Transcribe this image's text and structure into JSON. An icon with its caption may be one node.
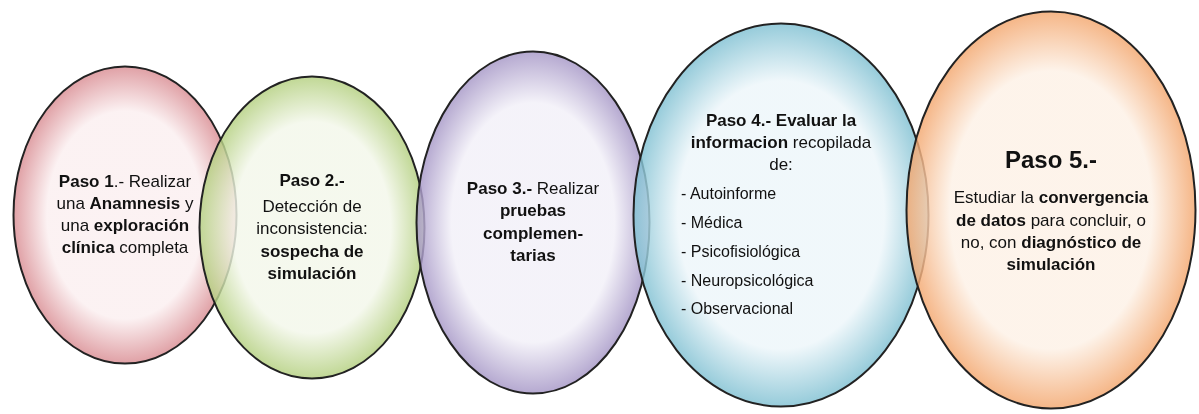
{
  "diagram": {
    "nodes": [
      {
        "text": [
          "**Paso 1**.- Realizar una **Anamnesis** y una **exploración clínica** completa"
        ]
      },
      {
        "text": [
          "**Paso 2.-**",
          "Detección de inconsistencia: **sospecha de simulación**"
        ]
      },
      {
        "text": [
          "**Paso 3.-** Realizar **pruebas complemen- tarias**"
        ]
      },
      {
        "text": [
          "**Paso 4.- Evaluar la informacion** recopilada de:",
          "- Autoinforme",
          "- Médica",
          "- Psicofisiológica",
          "- Neuropsicológica",
          "- Observacional"
        ]
      },
      {
        "text": [
          "**Paso 5.-**",
          "Estudiar la **convergencia de datos** para concluir, o no, con **diagnóstico de simulación**"
        ]
      }
    ]
  }
}
